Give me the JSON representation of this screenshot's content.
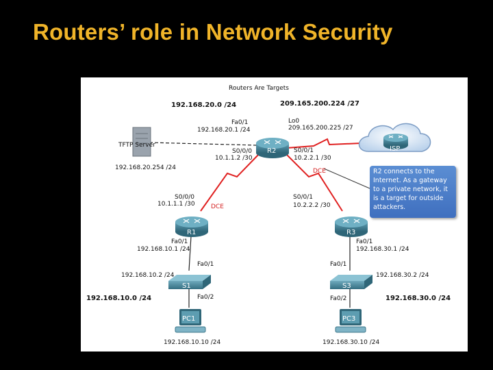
{
  "slide": {
    "title": "Routers’ role in Network Security"
  },
  "diagram": {
    "title": "Routers Are Targets",
    "networks": {
      "lan_r2": "192.168.20.0 /24",
      "isp_link": "209.165.200.224 /27",
      "lan_r1": "192.168.10.0 /24",
      "lan_r3": "192.168.30.0 /24"
    },
    "devices": {
      "tftp": "TFTP Server",
      "r1": "R1",
      "r2": "R2",
      "r3": "R3",
      "isp": "ISP",
      "s1": "S1",
      "s3": "S3",
      "pc1": "PC1",
      "pc3": "PC3"
    },
    "interfaces": {
      "r2_fa01": "Fa0/1",
      "r2_fa01_ip": "192.168.20.1 /24",
      "r2_lo0": "Lo0",
      "r2_lo0_ip": "209.165.200.225 /27",
      "r2_s000": "S0/0/0",
      "r2_s000_ip": "10.1.1.2 /30",
      "r2_s001": "S0/0/1",
      "r2_s001_ip": "10.2.2.1 /30",
      "tftp_ip": "192.168.20.254 /24",
      "r1_s000": "S0/0/0",
      "r1_s000_ip": "10.1.1.1 /30",
      "r3_s001": "S0/0/1",
      "r3_s001_ip": "10.2.2.2 /30",
      "r1_fa01": "Fa0/1",
      "r1_fa01_ip": "192.168.10.1 /24",
      "r3_fa01": "Fa0/1",
      "r3_fa01_ip": "192.168.30.1 /24",
      "s1_fa01": "Fa0/1",
      "s1_ip": "192.168.10.2 /24",
      "s1_fa02": "Fa0/2",
      "s3_fa01": "Fa0/1",
      "s3_ip": "192.168.30.2 /24",
      "s3_fa02": "Fa0/2",
      "pc1_ip": "192.168.10.10 /24",
      "pc3_ip": "192.168.30.10 /24"
    },
    "dce_labels": {
      "r2_dce": "DCE",
      "r1_dce": "DCE"
    },
    "callout": "R2 connects to the Internet. As a gateway to a private network, it is a target for outside attackers."
  },
  "colors": {
    "title": "#f0b429",
    "background": "#000000",
    "serial_link": "#e02020",
    "router_body": "#3f7f95",
    "callout": "#4a7bc8"
  }
}
